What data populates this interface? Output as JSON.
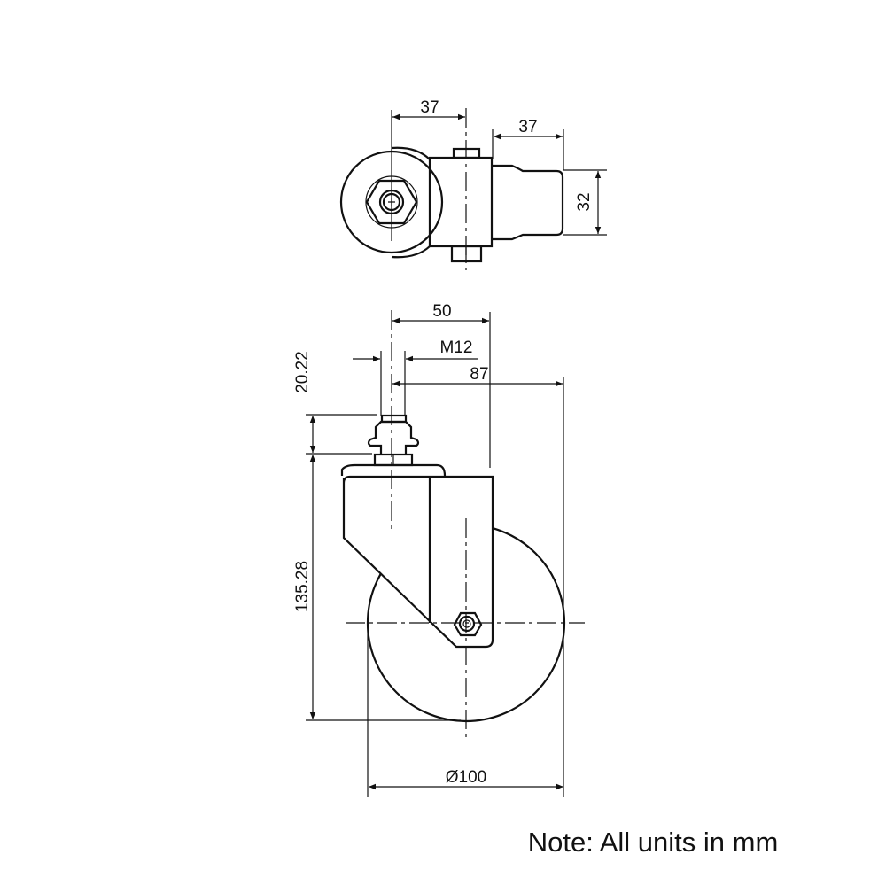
{
  "top_view": {
    "dim_axle_offset": "37",
    "dim_tread_length": "37",
    "dim_width": "32"
  },
  "side_view": {
    "dim_offset": "50",
    "dim_thread": "M12",
    "dim_total_width": "87",
    "dim_stem_height": "20.22",
    "dim_height": "135.28",
    "dim_wheel_diameter": "Ø100"
  },
  "note": "Note: All units in mm"
}
